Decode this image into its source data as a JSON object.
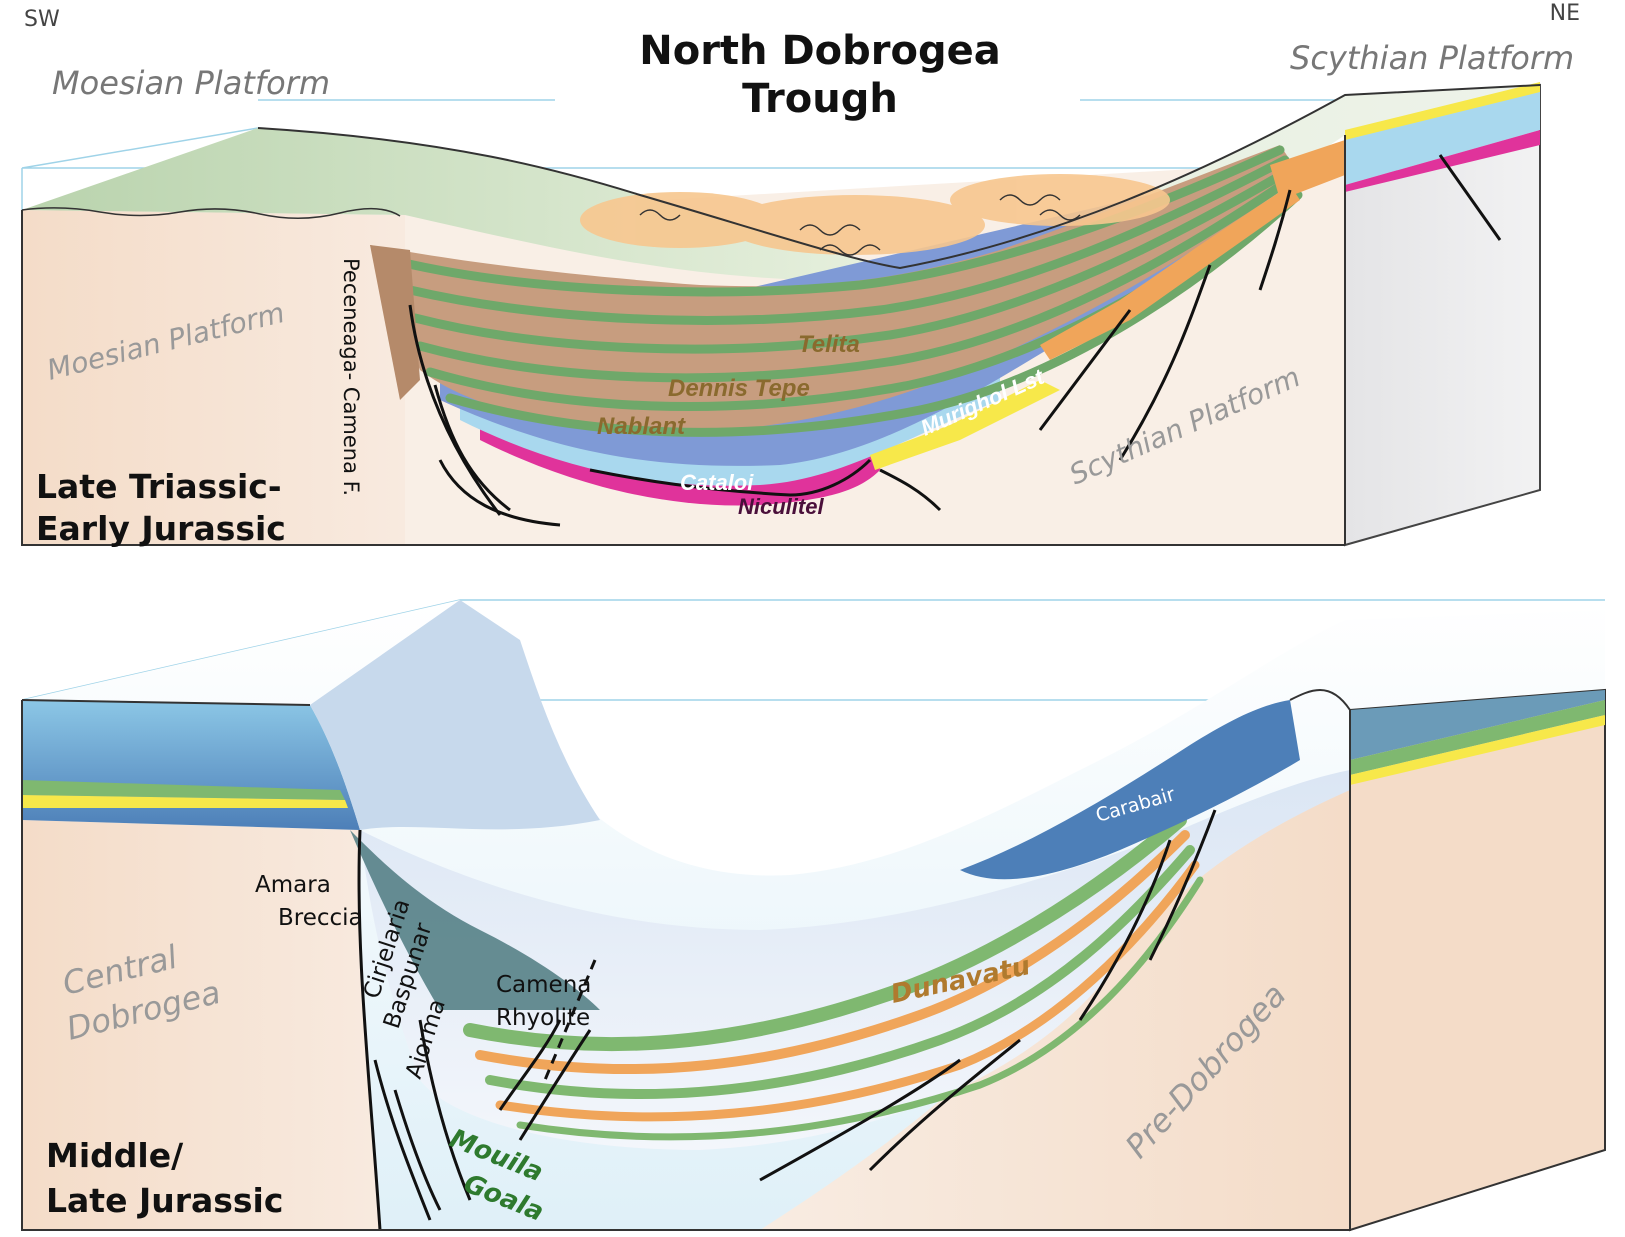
{
  "orientation": {
    "left": "SW",
    "right": "NE"
  },
  "title": {
    "line1": "North Dobrogea",
    "line2": "Trough"
  },
  "top_panel": {
    "period_line1": "Late Triassic-",
    "period_line2": "Early Jurassic",
    "moesian_platform_top": "Moesian Platform",
    "scythian_platform_top": "Scythian Platform",
    "moesian_platform_side": "Moesian Platform",
    "scythian_platform_side": "Scythian Platform",
    "fault_label": "Peceneaga- Camena F.",
    "units": {
      "telita": "Telita",
      "dennis_tepe": "Dennis Tepe",
      "nablant": "Nablant",
      "murighol": "Murighol Lst",
      "cataloi": "Cataloi",
      "niculitel": "Niculitel"
    }
  },
  "bottom_panel": {
    "period_line1": "Middle/",
    "period_line2": "Late Jurassic",
    "central_dobrogea_1": "Central",
    "central_dobrogea_2": "Dobrogea",
    "pre_dobrogea": "Pre-Dobrogea",
    "units": {
      "amara": "Amara",
      "breccia": "Breccia",
      "cirjelaria": "Cirjelaria",
      "baspunar": "Baspunar",
      "aiorma": "Aiorma",
      "camena": "Camena",
      "rhyolite": "Rhyolite",
      "mouila": "Mouila",
      "goala": "Goala",
      "dunavatu": "Dunavatu",
      "carabair": "Carabair"
    }
  },
  "colors": {
    "basement": "#f4dcc8",
    "green": "#6fa86a",
    "brown": "#c79d7f",
    "blue": "#7f9ad6",
    "pink": "#e0339b",
    "orange": "#f0a55a",
    "yellow": "#f7e84a",
    "light_blue": "#a9d8ee",
    "jurassic_blue": "#4d7fb8"
  }
}
